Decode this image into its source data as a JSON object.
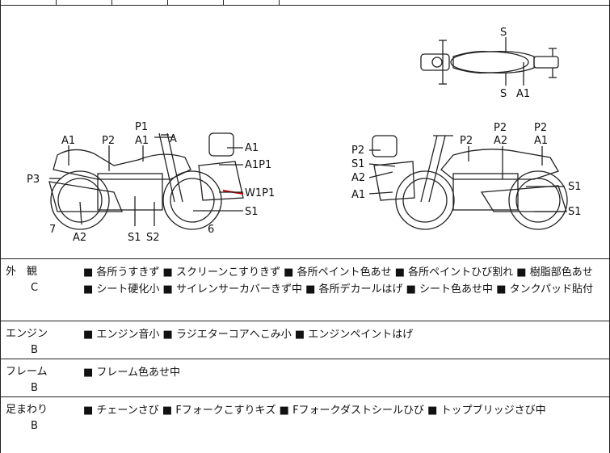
{
  "diagram": {
    "labels": {
      "top_s1": "S",
      "top_s2": "S",
      "top_a1": "A1",
      "l_a1_a": "A1",
      "l_p2": "P2",
      "l_p1": "P1",
      "l_a1_b": "A1",
      "l_a": "A",
      "l_p3": "P3",
      "l_7": "7",
      "l_a2": "A2",
      "l_s1": "S1",
      "l_s2": "S2",
      "l_6": "6",
      "l_r_a1": "A1",
      "l_r_a1p1": "A1P1",
      "l_r_w1p1": "W1P1",
      "l_r_s1": "S1",
      "r_p2_left": "P2",
      "r_s1": "S1",
      "r_a2": "A2",
      "r_a1": "A1",
      "r_p2_a": "P2",
      "r_p2_b": "P2",
      "r_a2_b": "A2",
      "r_p2_c": "P2",
      "r_a1_b": "A1",
      "r_s1_b": "S1",
      "r_s1_c": "S1"
    }
  },
  "rows": [
    {
      "label": "外　観",
      "grade": "C",
      "text": "■ 各所うすきず ■ スクリーンこすりきず ■ 各所ペイント色あせ ■ 各所ペイントひび割れ ■ 樹脂部色あせ ■ シート硬化小 ■ サイレンサーカバーきず中 ■ 各所デカールはげ ■ シート色あせ中 ■ タンクパッド貼付"
    },
    {
      "label": "エンジン",
      "grade": "B",
      "text": "■ エンジン音小 ■ ラジエターコアへこみ小 ■ エンジンペイントはげ"
    },
    {
      "label": "フレーム",
      "grade": "B",
      "text": "■ フレーム色あせ中"
    },
    {
      "label": "足まわり",
      "grade": "B",
      "text": "■ チェーンさび ■ Fフォークこすりキズ ■ Fフォークダストシールひび ■ トップブリッジさび中"
    }
  ]
}
